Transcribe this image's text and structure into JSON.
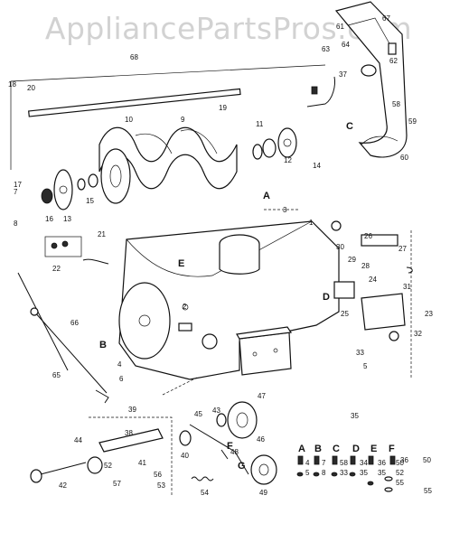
{
  "watermark": "AppliancePartsPros.com",
  "section_code": "35",
  "callouts": [
    "1",
    "2",
    "3",
    "4",
    "5",
    "6",
    "7",
    "8",
    "9",
    "10",
    "11",
    "12",
    "13",
    "14",
    "15",
    "16",
    "17",
    "18",
    "19",
    "20",
    "21",
    "22",
    "23",
    "24",
    "25",
    "26",
    "27",
    "28",
    "29",
    "30",
    "31",
    "32",
    "33",
    "36",
    "37",
    "38",
    "39",
    "40",
    "41",
    "42",
    "43",
    "44",
    "45",
    "46",
    "47",
    "48",
    "49",
    "50",
    "52",
    "53",
    "54",
    "55",
    "56",
    "57",
    "58",
    "59",
    "60",
    "61",
    "62",
    "63",
    "64",
    "65",
    "66",
    "67",
    "68"
  ],
  "letters": [
    "A",
    "B",
    "C",
    "D",
    "E",
    "F",
    "G"
  ],
  "legend": {
    "A": [
      "4",
      "5"
    ],
    "B": [
      "7",
      "8"
    ],
    "C": [
      "58",
      "33"
    ],
    "D": [
      "34",
      "35"
    ],
    "E": [
      "36",
      "35"
    ],
    "F": [
      "50",
      "52",
      "55"
    ]
  }
}
